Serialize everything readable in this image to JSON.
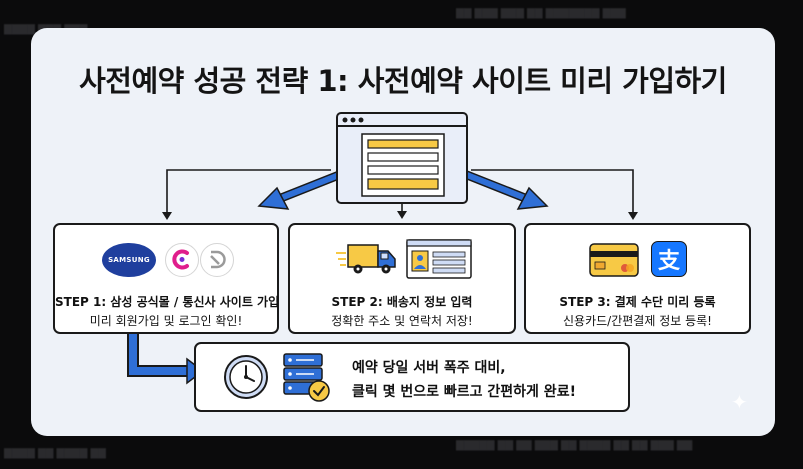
{
  "title": "사전예약 성공 전략 1: 사전예약 사이트 미리 가입하기",
  "steps": [
    {
      "title": "STEP 1: 삼성 공식몰 / 통신사 사이트 가입",
      "desc": "미리 회원가입 및 로그인 확인!"
    },
    {
      "title": "STEP 2: 배송지 정보 입력",
      "desc": "정확한 주소 및 연락처 저장!"
    },
    {
      "title": "STEP 3: 결제 수단 미리 등록",
      "desc": "신용카드/간편결제 정보 등록!"
    }
  ],
  "logos": {
    "samsung": "SAMSUNG",
    "payment_icon": "支"
  },
  "bottom": {
    "line1": "예약 당일 서버 폭주 대비,",
    "line2": "클릭 몇 번으로 빠르고 간편하게 완료!"
  },
  "colors": {
    "card_bg": "#eef2f8",
    "arrow_blue": "#2f6fd6",
    "accent_yellow": "#f7c945",
    "samsung_blue": "#1f3f9e",
    "alipay_blue": "#1677ff"
  },
  "icons": [
    "browser-window-icon",
    "delivery-truck-icon",
    "address-card-icon",
    "credit-card-icon",
    "payment-app-icon",
    "clock-icon",
    "server-check-icon"
  ]
}
